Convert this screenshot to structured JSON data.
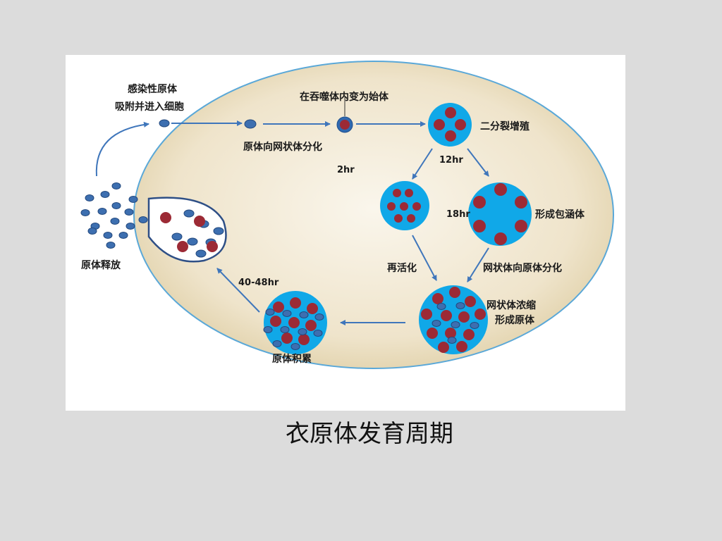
{
  "diagram": {
    "labels": {
      "infect": "感染性原体",
      "adsorb": "吸附并进入细胞",
      "phagosome": "在吞噬体内变为始体",
      "differentiate": "原体向网状体分化",
      "binary_fission": "二分裂增殖",
      "t2": "2hr",
      "t12": "12hr",
      "t18": "18hr",
      "inclusion": "形成包涵体",
      "reactivate": "再活化",
      "rb_to_eb": "网状体向原体分化",
      "condense1": "网状体浓缩",
      "condense2": "形成原体",
      "t40": "40-48hr",
      "accumulate": "原体积累",
      "release": "原体释放"
    },
    "colors": {
      "cell_fill": "#e9dcc0",
      "cell_edge": "#5aa8d8",
      "rb_fill": "#10a8e8",
      "rb_dark": "#9c2a35",
      "eb_blue": "#3d6fb0",
      "arrow": "#4e82c2"
    }
  },
  "caption": "衣原体发育周期"
}
